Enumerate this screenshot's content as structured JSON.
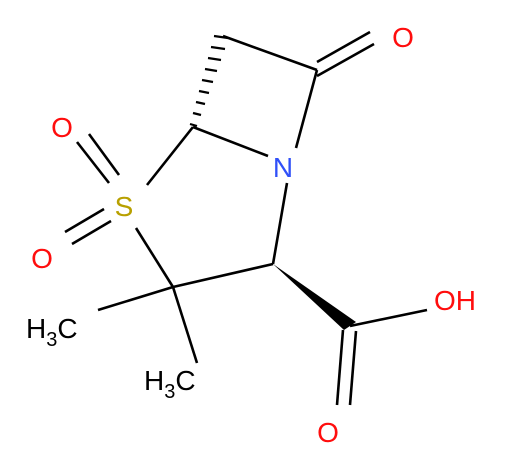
{
  "molecule": {
    "atoms": {
      "o_ketone": {
        "text": "O",
        "color": "#ff0d0d"
      },
      "n_ring": {
        "text": "N",
        "color": "#3050f8"
      },
      "s_ring": {
        "text": "S",
        "color": "#b8a000"
      },
      "o_sulfonyl_top": {
        "text": "O",
        "color": "#ff0d0d"
      },
      "o_sulfonyl_bottom": {
        "text": "O",
        "color": "#ff0d0d"
      },
      "o_hydroxyl": {
        "text": "OH",
        "color": "#ff0d0d"
      },
      "o_carbonyl": {
        "text": "O",
        "color": "#ff0d0d"
      },
      "methyl_1": {
        "h": "H",
        "sub": "3",
        "c": "C",
        "color": "#000000"
      },
      "methyl_2": {
        "h": "H",
        "sub": "3",
        "c": "C",
        "color": "#000000"
      }
    },
    "colors": {
      "bond": "#000000",
      "oxygen": "#ff0d0d",
      "nitrogen": "#3050f8",
      "sulfur": "#b8a000",
      "carbon": "#000000"
    }
  }
}
